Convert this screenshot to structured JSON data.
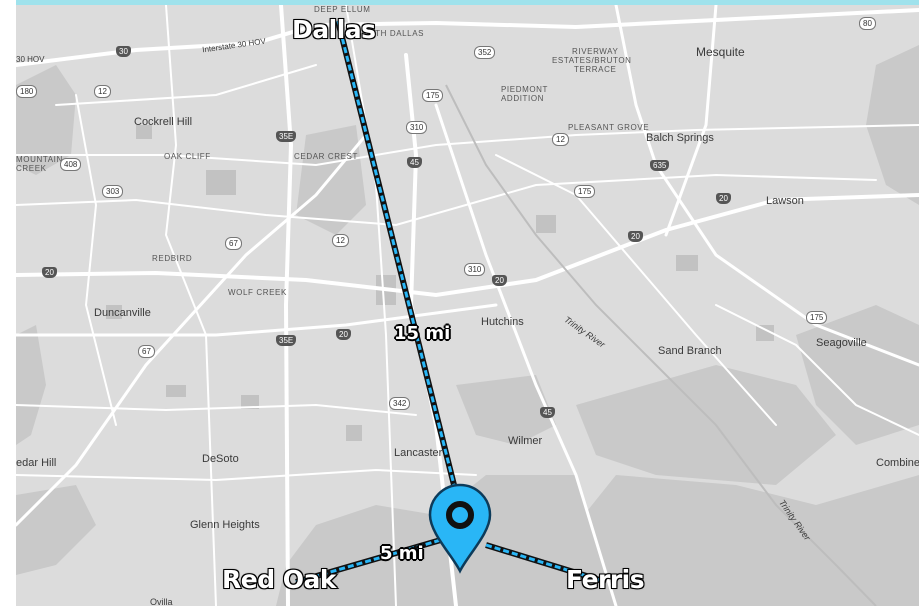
{
  "map": {
    "origin_marker": {
      "icon": "map-pin-icon",
      "color": "#29b6f6"
    },
    "callouts": {
      "dallas": "Dallas",
      "red_oak": "Red Oak",
      "ferris": "Ferris",
      "dist_dallas": "15 mi",
      "dist_red_oak": "5 mi"
    },
    "route_color": "#29b6f6",
    "places": {
      "deep_ellum": "DEEP ELLUM",
      "south_dallas": "SOUTH DALLAS",
      "mesquite": "Mesquite",
      "riverway": "RIVERWAY",
      "estates_bruton": "ESTATES/BRUTON",
      "terrace": "TERRACE",
      "piedmont": "PIEDMONT",
      "addition": "ADDITION",
      "cockrell_hill": "Cockrell Hill",
      "pleasant_grove": "PLEASANT GROVE",
      "balch_springs": "Balch Springs",
      "mountain": "MOUNTAIN",
      "creek": "CREEK",
      "oak_cliff": "OAK CLIFF",
      "cedar_crest": "CEDAR CREST",
      "lawson": "Lawson",
      "redbird": "REDBIRD",
      "wolf_creek": "WOLF CREEK",
      "duncanville": "Duncanville",
      "hutchins": "Hutchins",
      "trinity_river_1": "Trinity River",
      "sand_branch": "Sand Branch",
      "seagoville": "Seagoville",
      "wilmer": "Wilmer",
      "desoto": "DeSoto",
      "lancaster": "Lancaster",
      "cedar_hill": "edar Hill",
      "combine": "Combine",
      "glenn_heights": "Glenn Heights",
      "ovilla": "Ovilla",
      "trinity_river_2": "Trinity River",
      "hov": "30 HOV",
      "interstate": "Interstate 30 HOV"
    },
    "shields": {
      "i30": "30",
      "r352": "352",
      "r80": "80",
      "r180": "180",
      "r12a": "12",
      "r175a": "175",
      "r310a": "310",
      "r12b": "12",
      "i35e_a": "35E",
      "r45a": "45",
      "r408": "408",
      "r303": "303",
      "r635": "635",
      "r175b": "175",
      "i20a": "20",
      "i20b": "20",
      "r67a": "67",
      "r12c": "12",
      "r310b": "310",
      "i20c": "20",
      "i20d": "20",
      "i20e": "20",
      "i35e_b": "35E",
      "r67b": "67",
      "r175c": "175",
      "r342": "342",
      "i45b": "45"
    }
  }
}
